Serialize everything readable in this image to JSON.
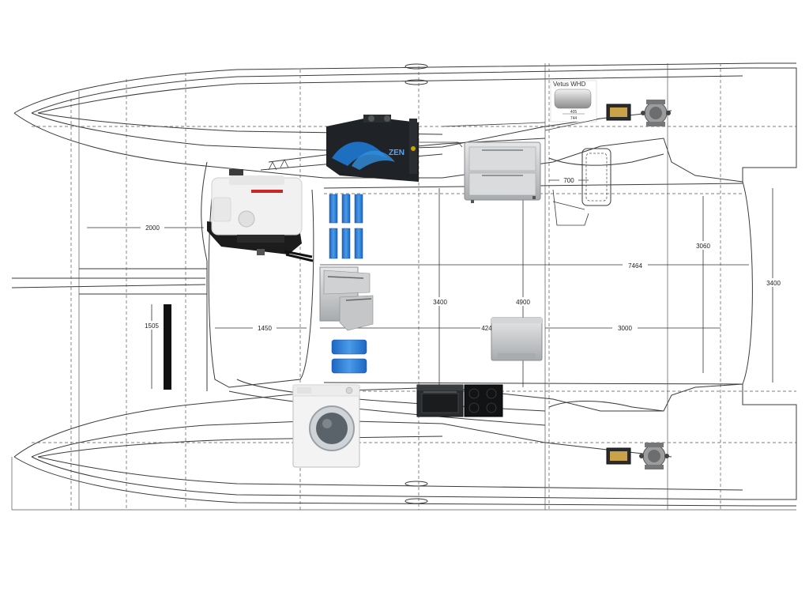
{
  "colors": {
    "line": "#3a3a3a",
    "dash": "#555555",
    "battery_blue": "#2f7fd6",
    "steel": "#c9cbcd",
    "dark_unit": "#1f2328",
    "generator_white": "#f1f1f1"
  },
  "dimensions": {
    "d2000": "2000",
    "d1450": "1450",
    "d1505": "1505",
    "d3400_mid": "3400",
    "d4900": "4900",
    "d424": "424",
    "d3000": "3000",
    "d7464": "7464",
    "d3060": "3060",
    "d3400_right": "3400",
    "d700": "700"
  },
  "labels": {
    "vetus": "Vetus WHD",
    "vetus_w1": "405",
    "vetus_w2": "744",
    "zen": "ZEN",
    "gen_brand": ""
  },
  "icons": {
    "generator": "generator-icon",
    "watermaker": "watermaker-icon",
    "drawer_fridge_top": "drawer-fridge-icon",
    "batteries_grid": "battery-icon",
    "drawer_fridge_mid": "drawer-fridge-icon",
    "batteries_pair": "battery-icon",
    "washing_machine": "washing-machine-icon",
    "oven": "oven-icon",
    "cooktop": "cooktop-icon",
    "dishwasher": "dishwasher-icon",
    "water_heater": "water-heater-icon",
    "motor": "electric-motor-icon"
  }
}
